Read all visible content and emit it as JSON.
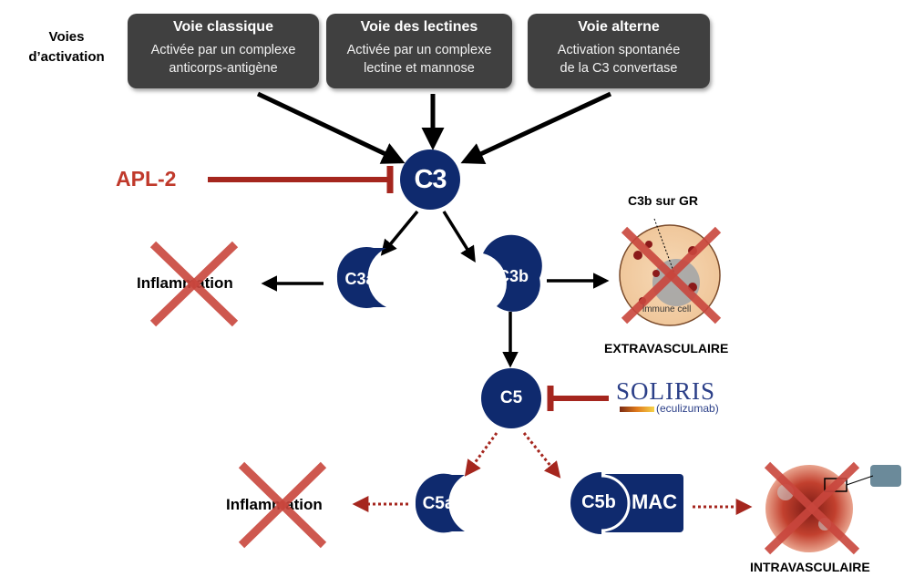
{
  "pathways_label_line1": "Voies",
  "pathways_label_line2": "d’activation",
  "pathways": [
    {
      "title": "Voie classique",
      "line1": "Activée par un complexe",
      "line2": "anticorps-antigène"
    },
    {
      "title": "Voie des lectines",
      "line1": "Activée par un complexe",
      "line2": "lectine et mannose"
    },
    {
      "title": "Voie alterne",
      "line1": "Activation spontanée",
      "line2": "de la C3 convertase"
    }
  ],
  "inhibitor_apl2": "APL-2",
  "nodes": {
    "c3": "C3",
    "c3a": "C3a",
    "c3b": "C3b",
    "c5": "C5",
    "c5a": "C5a",
    "c5b": "C5b",
    "mac": "MAC"
  },
  "inflammation_1": "Inflammation",
  "inflammation_2": "Inflammation",
  "c3b_rbc_label": "C3b sur GR",
  "immune_cell_label": "immune cell",
  "extravascular_label": "EXTRAVASCULAIRE",
  "intravascular_label": "INTRAVASCULAIRE",
  "soliris_brand": "SOLIRIS",
  "soliris_generic": "(eculizumab)",
  "colors": {
    "node_blue": "#0f2a6e",
    "inhibitor_red": "#c0392b",
    "box_gray": "#404040",
    "cross_red": "#c9463d"
  }
}
